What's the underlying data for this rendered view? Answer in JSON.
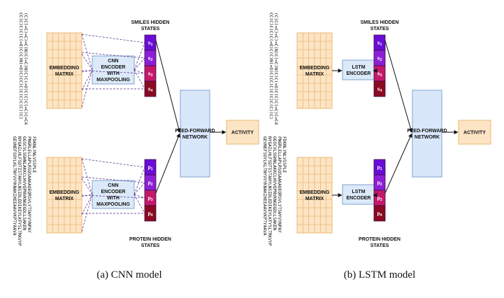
{
  "colors": {
    "embedding_fill": "#fde4c4",
    "embedding_grid": "#e8b874",
    "encoder_fill": "#dce9f8",
    "encoder_stroke": "#7fa3cf",
    "ffn_fill": "#d9e7fb",
    "activity_fill": "#fde4c4",
    "dash": "#4b1d82",
    "cells": [
      "#6a0dd6",
      "#8c1fd6",
      "#c4186a",
      "#8a0a22"
    ]
  },
  "panels": [
    {
      "smiles_lines": [
        "CC(C)C(C)C(=O)C(C)N(=O)C(CC(C)C(C)C(C)(C)",
        "(C)C(=C)=C)=C(N)C(=C)N(C)C(=O)C(C)C(=C)C=C4"
      ],
      "protein_lines": [
        "GEVNEFSOYLKLTNYVVYKNAKIHEEAAVVKPTYAAVA",
        "NYGAILHLFSDTISTAHYLNSIDLEDIKEYLKFYSLTRKVYP",
        "GGSCVLSGHNLAKKCLHVVQPNVKNGEGDLLSAKEN",
        "PNGRLELLAPLRSQSAAKAQEQRSVLYTSWYVYNPAY",
        "FDKNLYNLVSSPLE"
      ],
      "smiles_embedding": "EMBEDDING MATRIX",
      "protein_embedding": "EMBEDDING MATRIX",
      "smiles_encoder": "CNN ENCODER WITH MAXPOOLING",
      "protein_encoder": "CNN ENCODER WITH MAXPOOLING",
      "smiles_states_label": "SMILES HIDDEN STATES",
      "protein_states_label": "PROTEIN HIDDEN STATES",
      "smiles_cells": [
        "s1",
        "s2",
        "s3",
        "s4"
      ],
      "protein_cells": [
        "p1",
        "p2",
        "p3",
        "p4"
      ],
      "ffn": "FEED-FORWARD NETWORK",
      "activity": "ACTIVITY",
      "caption": "(a) CNN model"
    },
    {
      "smiles_lines": [
        "CC(C)C(C)C(=O)C(C)N(=O)C(CC(C)C(C)C(C)(C)",
        "(C)C(=C)=C)=C(N)C(=C)N(C)C(=O)C(C)C(=C)C=C4"
      ],
      "protein_lines": [
        "GEVNEFSOYLKLTNYVVYKNAKIHEEAAVVKPTYAAVA",
        "NYGAILHLFSDTISTAHYLNSIDLEDIKEYLKFYSLTRKVYP",
        "GGSCVLSGHNLAKKCLHVVQPNVKNGEGDLLSAKEN",
        "PNGRLELLAPLRSQSAAKAQEQRSVLYTSWYVYNPAY",
        "FDKNLYNLVSSPLE"
      ],
      "smiles_embedding": "EMBEDDING MATRIX",
      "protein_embedding": "EMBEDDING MATRIX",
      "smiles_encoder": "LSTM ENCODER",
      "protein_encoder": "LSTM ENCODER",
      "smiles_states_label": "SMILES HIDDEN STATES",
      "protein_states_label": "PROTEIN HIDDEN STATES",
      "smiles_cells": [
        "s1",
        "s2",
        "s3",
        "s4"
      ],
      "protein_cells": [
        "p1",
        "p2",
        "p3",
        "p4"
      ],
      "ffn": "FEED-FORWARD NETWORK",
      "activity": "ACTIVITY",
      "caption": "(b) LSTM model"
    }
  ]
}
